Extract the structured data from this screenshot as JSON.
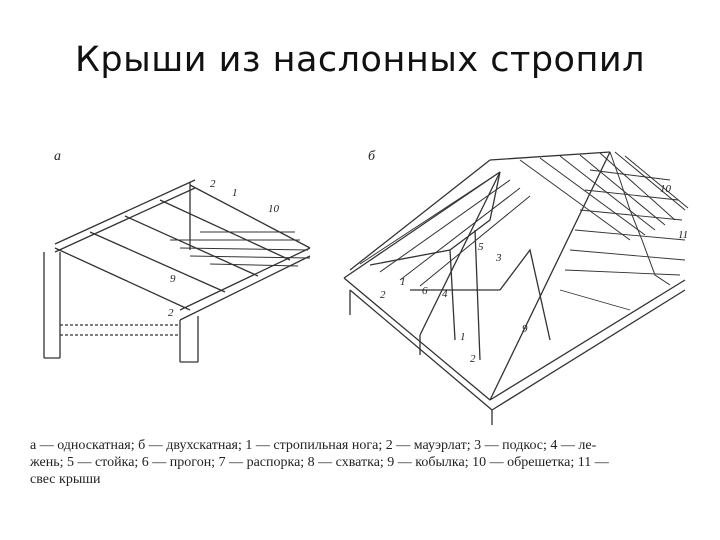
{
  "title": "Крыши из наслонных стропил",
  "figure": {
    "panel_a": "а",
    "panel_b": "б",
    "labels_a": [
      "1",
      "2",
      "10",
      "9",
      "2"
    ],
    "labels_b": [
      "10",
      "11",
      "5",
      "3",
      "2",
      "1",
      "6",
      "4",
      "9",
      "1",
      "2"
    ]
  },
  "caption": {
    "line1": "а — односкатная; б — двухскатная; 1 — стропильная нога; 2 — мауэрлат; 3 — подкос; 4 — ле-",
    "line2": "жень; 5 — стойка; 6 — прогон; 7 — распорка; 8 — схватка; 9 — кобылка; 10 — обрешетка; 11 —",
    "line3": "свес крыши"
  }
}
